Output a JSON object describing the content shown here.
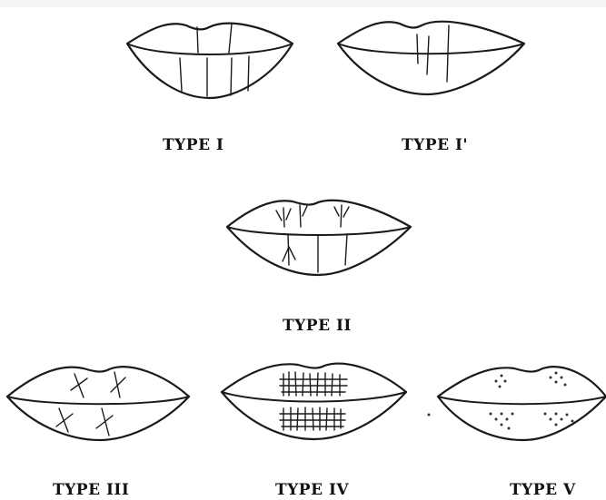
{
  "labels": {
    "type_1": "TYPE I",
    "type_1_prime": "TYPE I'",
    "type_2": "TYPE II",
    "type_3": "TYPE III",
    "type_4": "TYPE IV",
    "type_5": "TYPE V"
  }
}
